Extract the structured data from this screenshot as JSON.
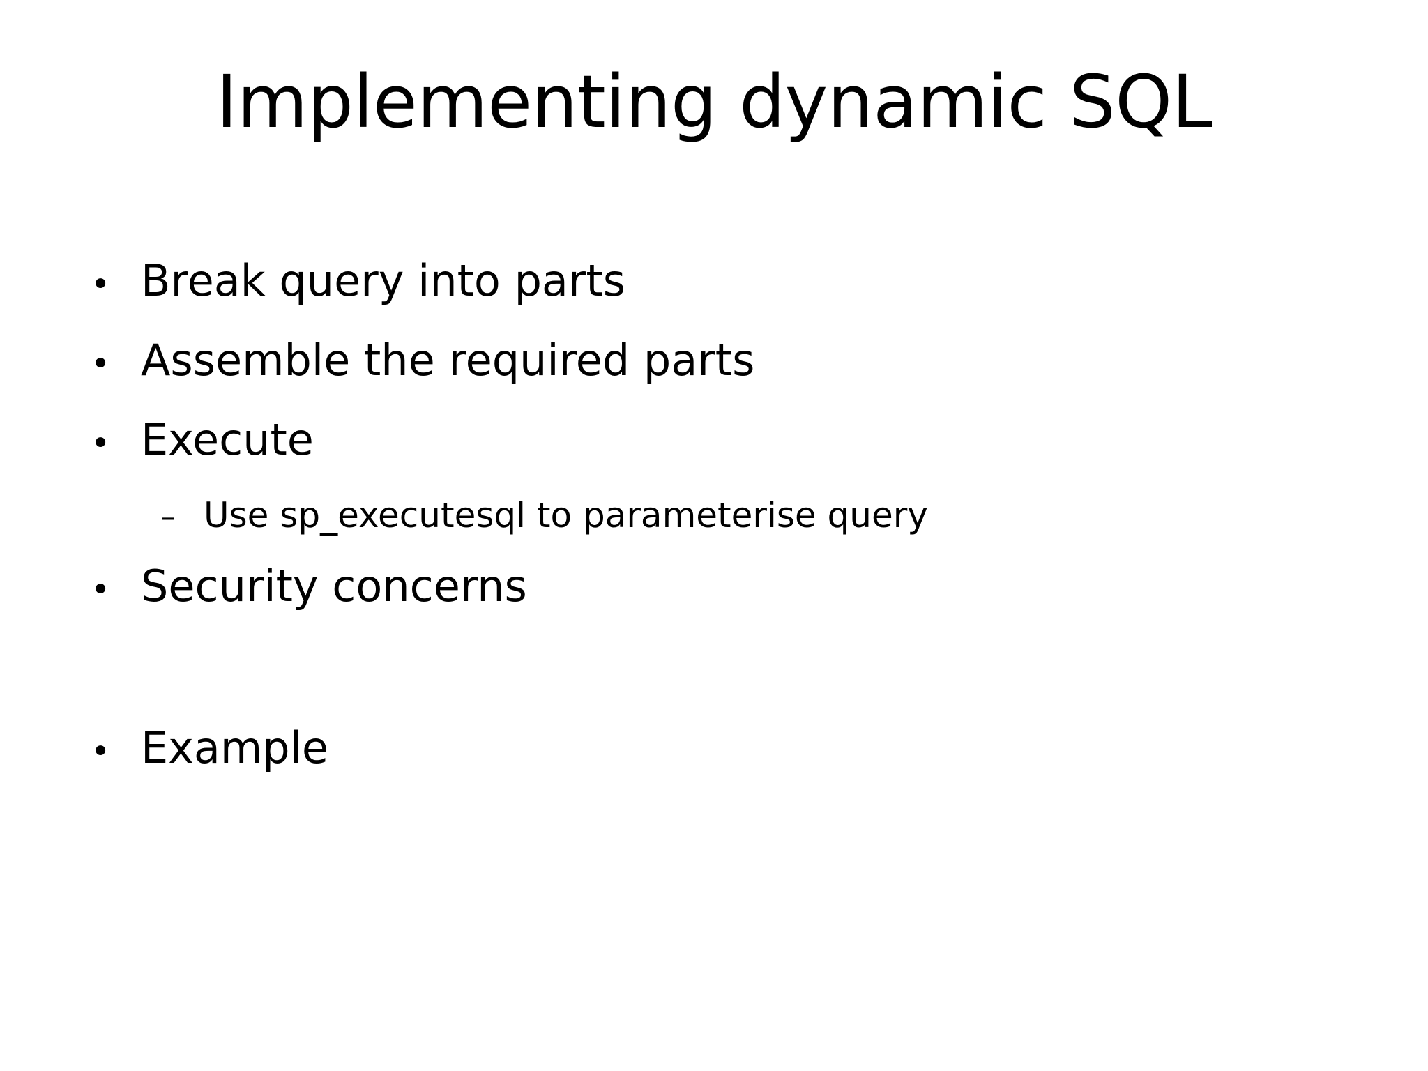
{
  "slide": {
    "background_color": "#ffffff",
    "text_color": "#000000",
    "title": "Implementing dynamic SQL",
    "bullets": [
      {
        "level": 1,
        "marker": "•",
        "text": "Break query into parts"
      },
      {
        "level": 1,
        "marker": "•",
        "text": "Assemble the required parts"
      },
      {
        "level": 1,
        "marker": "•",
        "text": "Execute"
      },
      {
        "level": 2,
        "marker": "–",
        "text": "Use sp_executesql to parameterise query"
      },
      {
        "level": 1,
        "marker": "•",
        "text": "Security concerns"
      },
      {
        "level": 0,
        "marker": "",
        "text": ""
      },
      {
        "level": 1,
        "marker": "•",
        "text": "Example"
      }
    ]
  }
}
